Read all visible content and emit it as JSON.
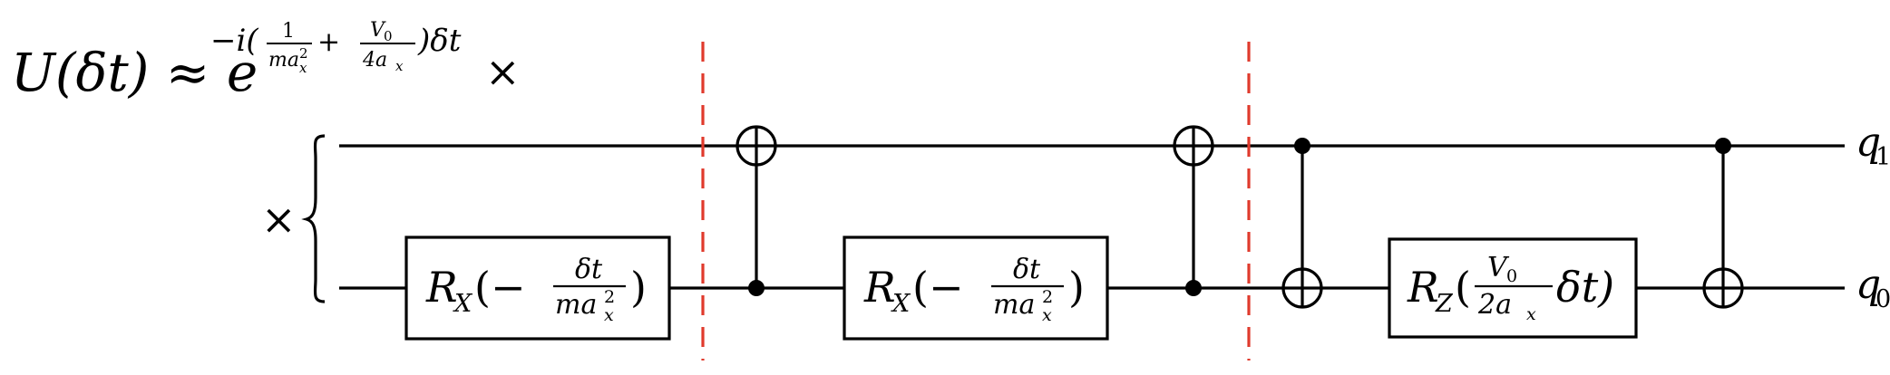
{
  "equation": {
    "lhs": "U(δt) ≈ e",
    "exponent_prefix": "−i(",
    "frac1_num": "1",
    "frac1_den": "ma",
    "plus": "+",
    "frac2_num": "V",
    "frac2_den": "4a",
    "exponent_suffix": ")δt",
    "times": "×"
  },
  "brace_times": "×",
  "qubits": {
    "q1": "q",
    "q1_sub": "1",
    "q0": "q",
    "q0_sub": "0"
  },
  "gates": {
    "rx1": {
      "op": "R",
      "sub": "X",
      "open": "(−",
      "num": "δt",
      "den": "ma",
      "close": ")"
    },
    "rx2": {
      "op": "R",
      "sub": "X",
      "open": "(−",
      "num": "δt",
      "den": "ma",
      "close": ")"
    },
    "rz": {
      "op": "R",
      "sub": "Z",
      "open": "(",
      "num": "V",
      "den": "2a",
      "tail": "δt)"
    }
  },
  "subscripts": {
    "x": "x",
    "zero": "0",
    "two": "2"
  },
  "colors": {
    "barrier": "#e03a2c",
    "line": "#000000"
  }
}
